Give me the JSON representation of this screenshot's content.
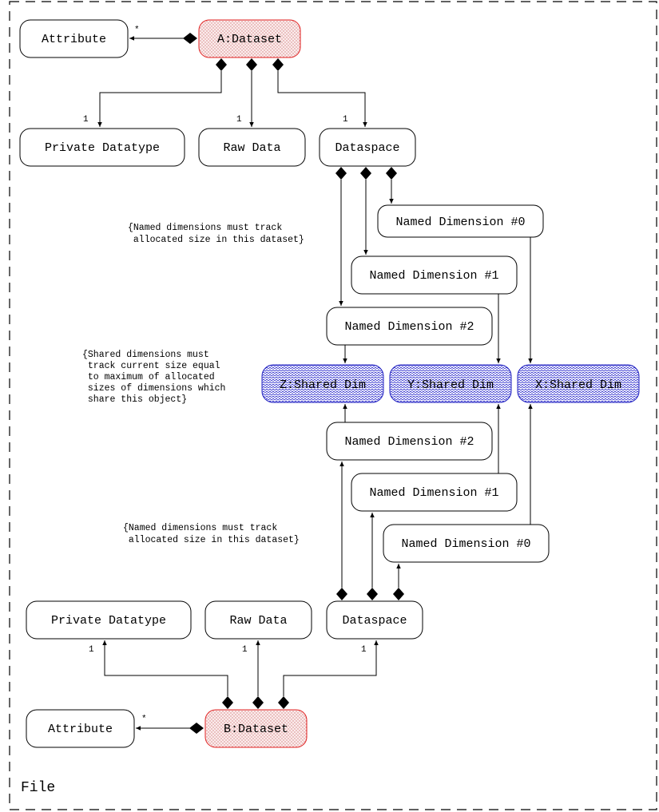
{
  "frame": {
    "label": "File"
  },
  "nodes": {
    "top_attribute": "Attribute",
    "a_dataset": "A:Dataset",
    "top_private_datatype": "Private Datatype",
    "top_raw_data": "Raw Data",
    "top_dataspace": "Dataspace",
    "top_named_dim_0": "Named Dimension #0",
    "top_named_dim_1": "Named Dimension #1",
    "top_named_dim_2": "Named Dimension #2",
    "z_shared_dim": "Z:Shared Dim",
    "y_shared_dim": "Y:Shared Dim",
    "x_shared_dim": "X:Shared Dim",
    "bottom_named_dim_2": "Named Dimension #2",
    "bottom_named_dim_1": "Named Dimension #1",
    "bottom_named_dim_0": "Named Dimension #0",
    "bottom_private_datatype": "Private Datatype",
    "bottom_raw_data": "Raw Data",
    "bottom_dataspace": "Dataspace",
    "bottom_attribute": "Attribute",
    "b_dataset": "B:Dataset"
  },
  "notes": {
    "top_named_note": [
      "{Named dimensions must track",
      " allocated size in this dataset}"
    ],
    "shared_note": [
      "{Shared dimensions must",
      " track current size equal",
      " to maximum of allocated",
      " sizes of dimensions which",
      " share this object}"
    ],
    "bottom_named_note": [
      "{Named dimensions must track",
      " allocated size in this dataset}"
    ]
  },
  "multiplicity": {
    "many": "*",
    "one": "1"
  },
  "colors": {
    "dataset_border": "#e02020",
    "dataset_fill_dots": "#e0a0a0",
    "shared_border": "#2020c0",
    "shared_hatch": "#3a3ad0",
    "frame": "#000000"
  }
}
